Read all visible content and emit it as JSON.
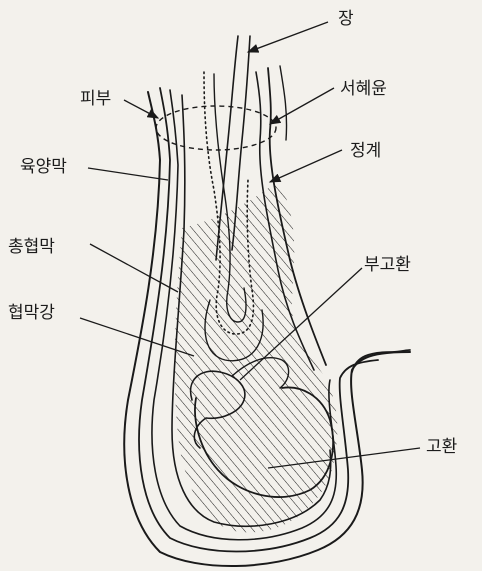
{
  "labels": {
    "spermatic_cord": "장",
    "vas_deferens": "서혜윤",
    "skin": "피부",
    "boundary": "정계",
    "dartos": "육양막",
    "tunica_vaginalis_common": "총협막",
    "epididymis": "부고환",
    "vaginal_cavity": "협막강",
    "testis": "고환"
  },
  "colors": {
    "ink": "#1a1a1a",
    "paper": "#f3f1ec"
  }
}
